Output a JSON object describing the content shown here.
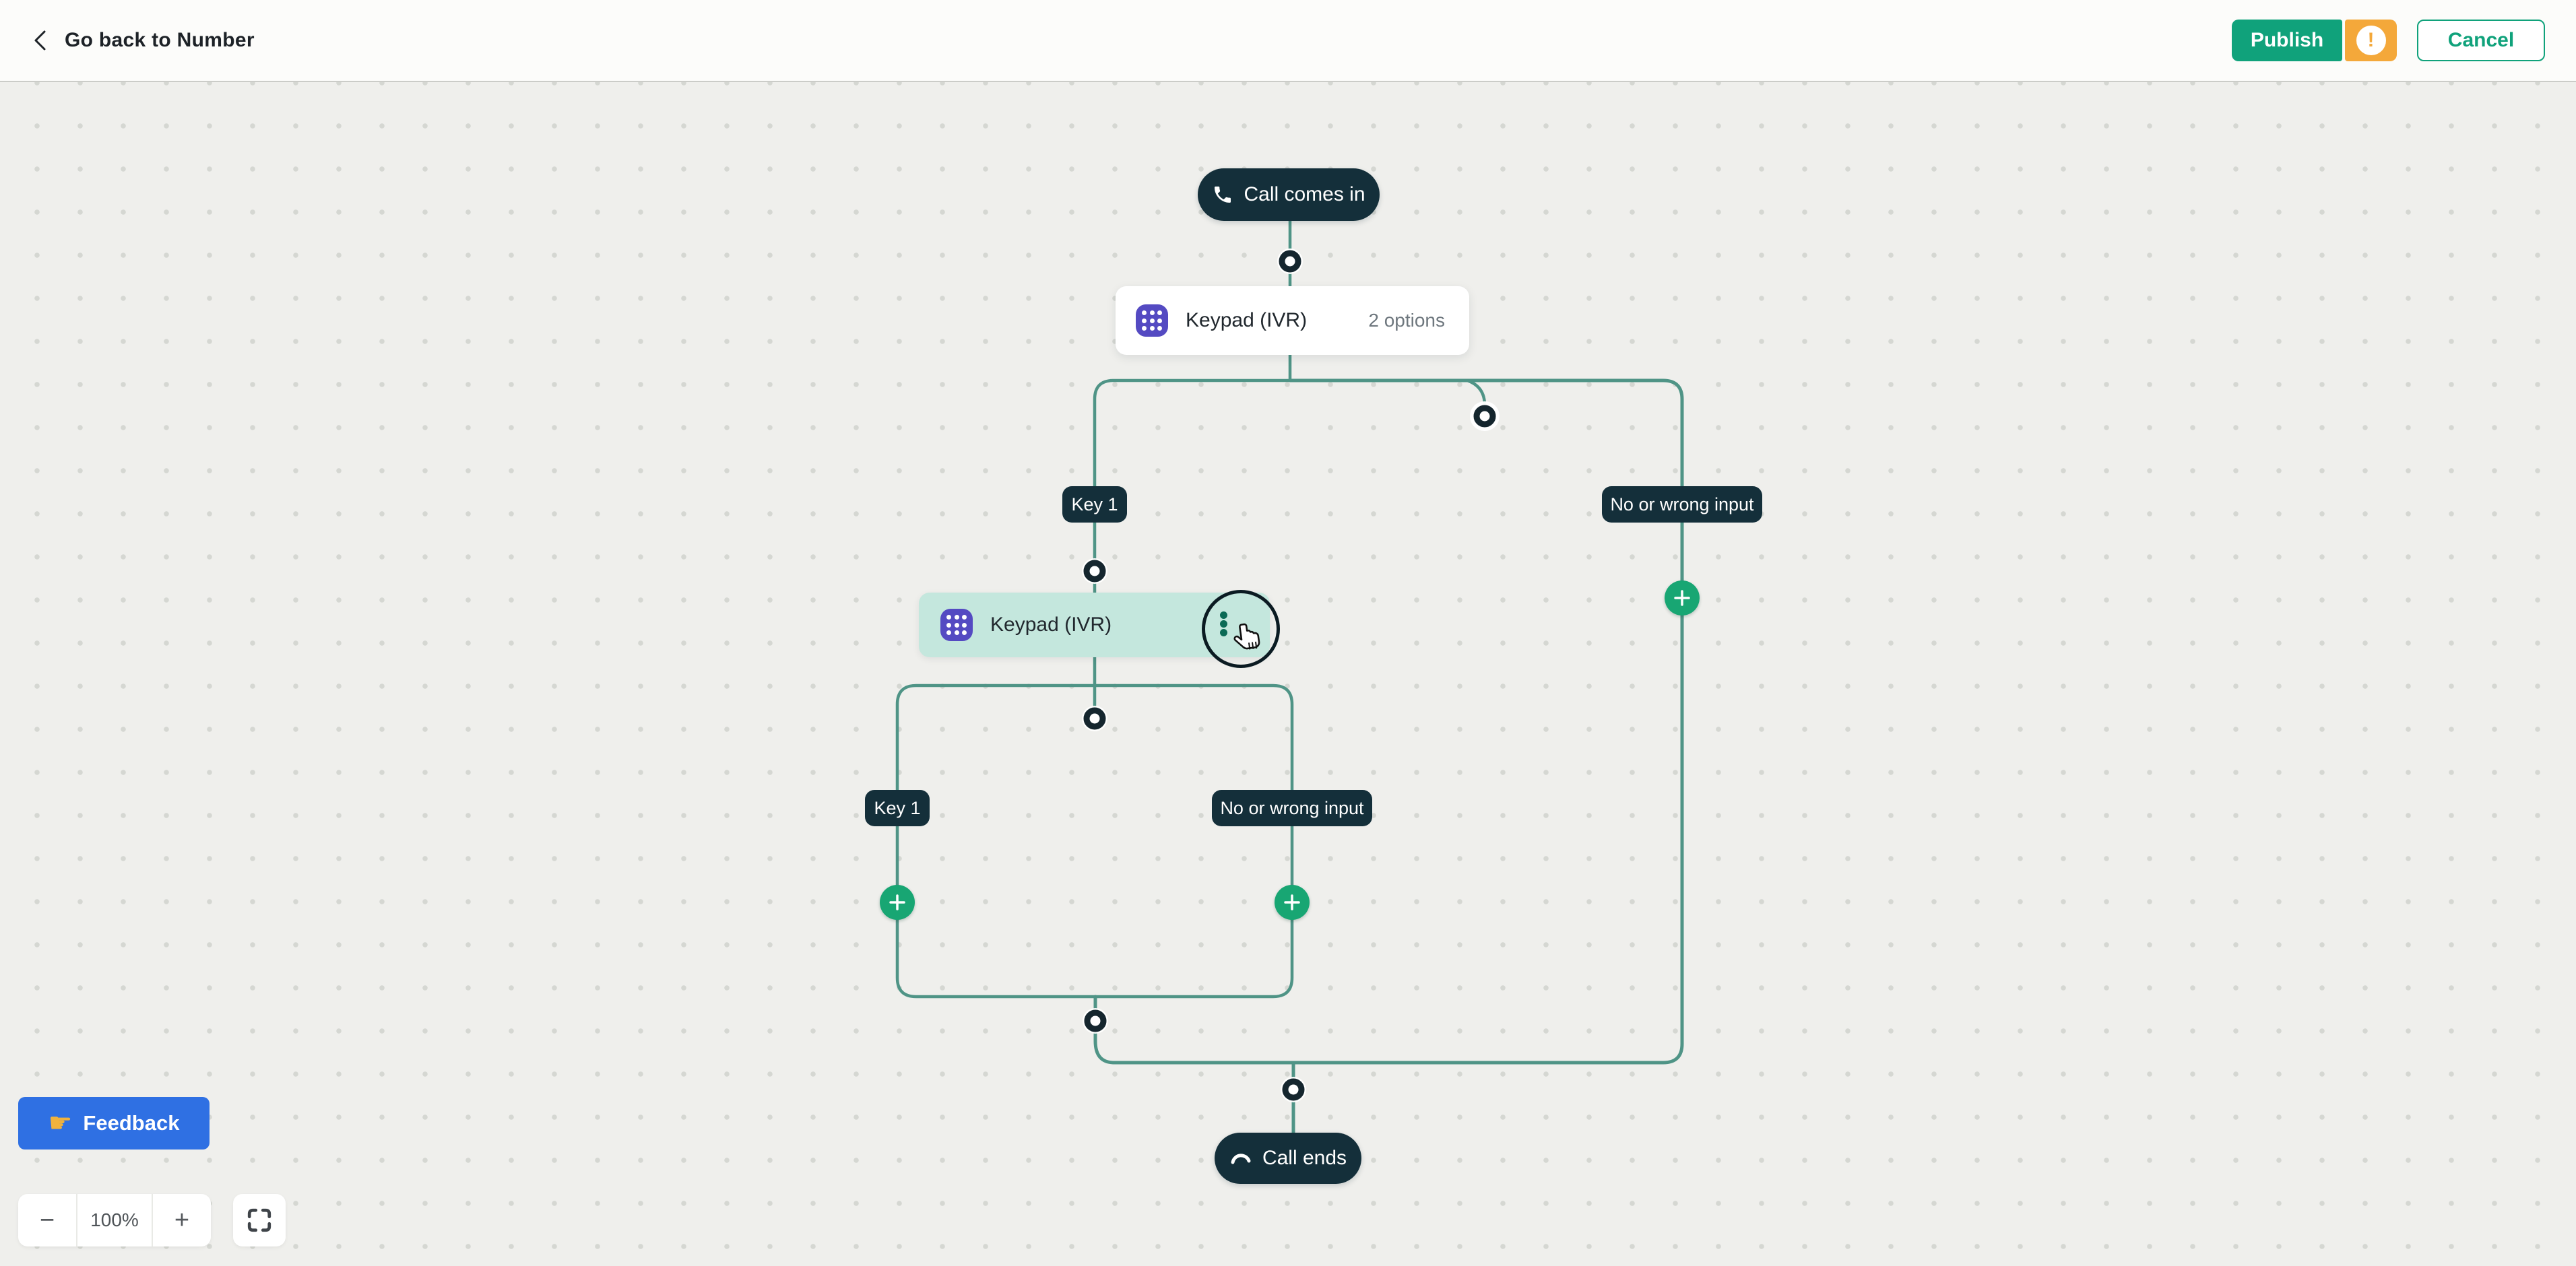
{
  "header": {
    "back_label": "Go back to Number",
    "publish_label": "Publish",
    "warning_icon": "!",
    "cancel_label": "Cancel"
  },
  "flow": {
    "start_label": "Call comes in",
    "keypad1": {
      "title": "Keypad (IVR)",
      "meta": "2 options"
    },
    "branch1": {
      "key": "Key 1",
      "fallback": "No or wrong input"
    },
    "keypad2": {
      "title": "Keypad (IVR)"
    },
    "branch2": {
      "key": "Key 1",
      "fallback": "No or wrong input"
    },
    "end_label": "Call ends"
  },
  "controls": {
    "feedback_label": "Feedback",
    "feedback_hand": "☛",
    "zoom_out": "−",
    "zoom_level": "100%",
    "zoom_in": "+"
  },
  "icons": [
    "back-chevron-icon",
    "warning-icon",
    "phone-icon",
    "keypad-icon",
    "kebab-menu-icon",
    "cursor-hand-icon",
    "plus-icon",
    "call-end-icon",
    "pointing-hand-icon",
    "minus-icon",
    "fullscreen-icon",
    "connector-dot"
  ],
  "colors": {
    "publish_green": "#10a27b",
    "warning_orange": "#f4a83a",
    "feedback_blue": "#2f70e3",
    "node_navy": "#142f3a",
    "wire_teal": "#4f9486",
    "mint_selected": "#c4e7dd",
    "keypad_purple": "#544ac2",
    "plus_green": "#18a673",
    "canvas_bg": "#efefec"
  }
}
